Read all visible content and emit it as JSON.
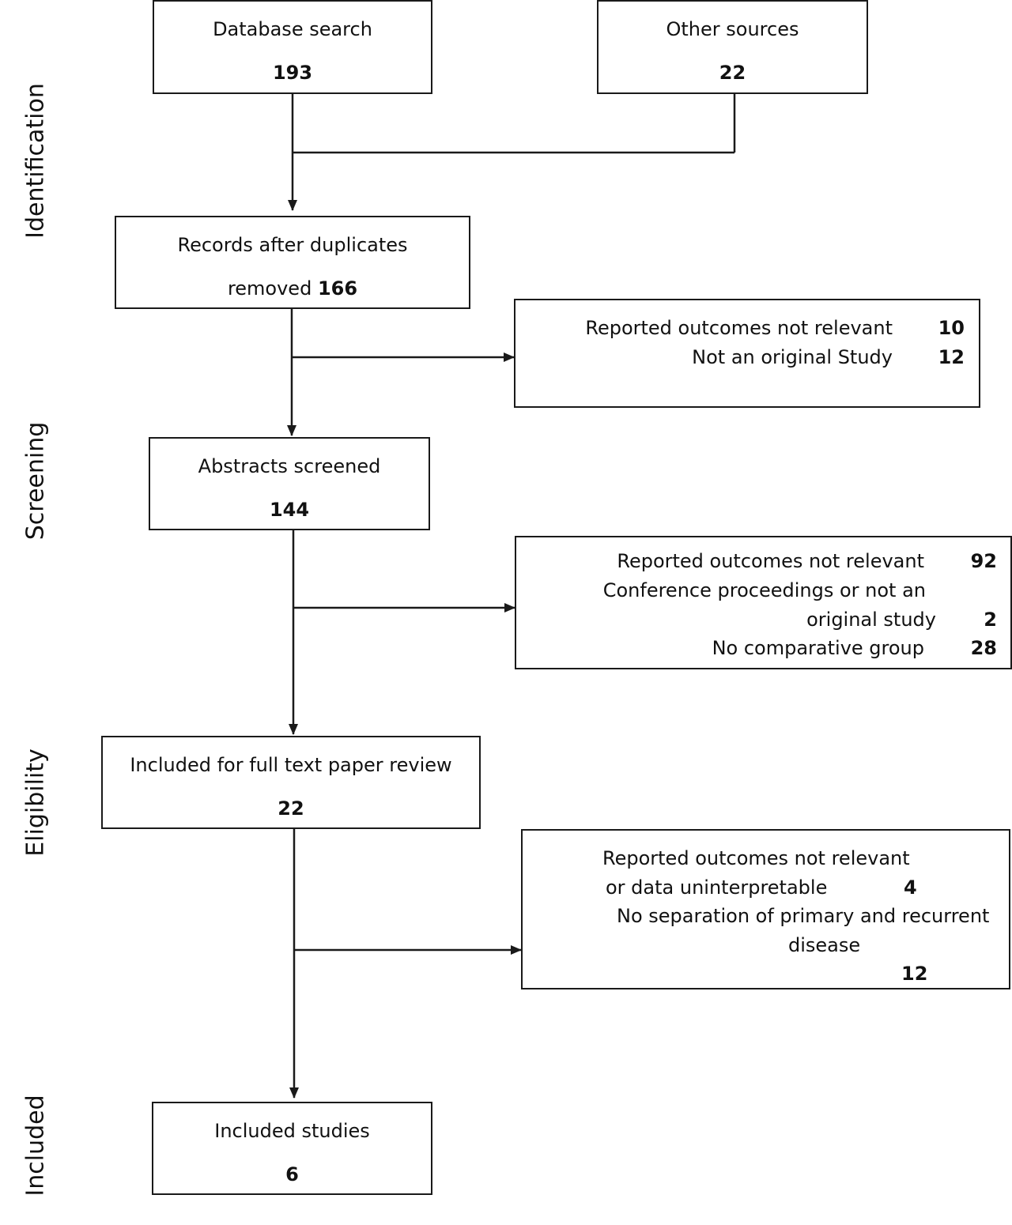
{
  "stages": {
    "identification": "Identification",
    "screening": "Screening",
    "eligibility": "Eligibility",
    "included": "Included"
  },
  "boxes": {
    "database_search": {
      "label": "Database search",
      "count": "193"
    },
    "other_sources": {
      "label": "Other sources",
      "count": "22"
    },
    "records_after_duplicates": {
      "label_line1": "Records after duplicates",
      "label_line2": "removed",
      "count": "166"
    },
    "abstracts_screened": {
      "label": "Abstracts screened",
      "count": "144"
    },
    "full_text_review": {
      "label": "Included for full text paper review",
      "count": "22"
    },
    "included_studies": {
      "label": "Included studies",
      "count": "6"
    }
  },
  "exclusions": {
    "after_duplicates": [
      {
        "reason": "Reported outcomes not relevant",
        "count": "10"
      },
      {
        "reason": "Not an original Study",
        "count": "12"
      }
    ],
    "after_abstracts": {
      "reason1": "Reported outcomes not relevant",
      "count1": "92",
      "reason2_line1": "Conference proceedings or not an",
      "reason2_line2": "original study",
      "count2": "2",
      "reason3": "No comparative group",
      "count3": "28"
    },
    "after_full_text": {
      "reason1_line1": "Reported outcomes not relevant",
      "reason1_line2": "or data uninterpretable",
      "count1": "4",
      "reason2_line1": "No separation of primary and recurrent",
      "reason2_line2": "disease",
      "count2": "12"
    }
  }
}
